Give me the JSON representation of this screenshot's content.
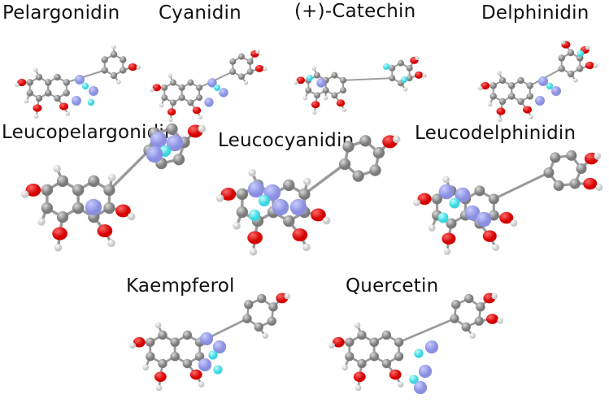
{
  "figure": {
    "molecules": [
      {
        "id": "pelargonidin",
        "label": "Pelargonidin"
      },
      {
        "id": "cyanidin",
        "label": "Cyanidin"
      },
      {
        "id": "catechin",
        "label": "(+)-Catechin"
      },
      {
        "id": "delphinidin",
        "label": "Delphinidin"
      },
      {
        "id": "leucopelargonidin",
        "label": "Leucopelargonidin"
      },
      {
        "id": "leucocyanidin",
        "label": "Leucocyanidin"
      },
      {
        "id": "leucodelphinidin",
        "label": "Leucodelphinidin"
      },
      {
        "id": "kaempferol",
        "label": "Kaempferol"
      },
      {
        "id": "quercetin",
        "label": "Quercetin"
      }
    ],
    "colors": {
      "carbon": "#7a7a7a",
      "oxygen": "#d40000",
      "hydrogen": "#f2f2f2",
      "orbital_blue": "#8a8fe0",
      "orbital_cyan": "#3ad6e0"
    }
  }
}
